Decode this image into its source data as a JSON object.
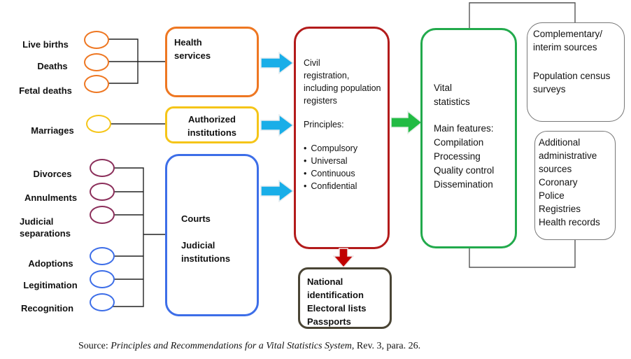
{
  "diagram": {
    "events": {
      "health": [
        "Live births",
        "Deaths",
        "Fetal deaths"
      ],
      "marriage": [
        "Marriages"
      ],
      "courts_marital": [
        "Divorces",
        "Annulments",
        "Judicial separations"
      ],
      "courts_family": [
        "Adoptions",
        "Legitimation",
        "Recognition"
      ]
    },
    "sources": {
      "health_services": [
        "Health",
        "services"
      ],
      "authorized_institutions": [
        "Authorized",
        "institutions"
      ],
      "courts": "Courts",
      "judicial_institutions": [
        "Judicial",
        "institutions"
      ]
    },
    "civil_registration": {
      "title_lines": [
        "Civil",
        "registration,",
        "including population",
        "registers"
      ],
      "principles_label": "Principles:",
      "principles": [
        "Compulsory",
        "Universal",
        "Continuous",
        "Confidential"
      ]
    },
    "outputs": [
      "National",
      "identification",
      "Electoral lists",
      "Passports"
    ],
    "vital_statistics": {
      "title_lines": [
        "Vital",
        "statistics"
      ],
      "features_label": "Main features:",
      "features": [
        "Compilation",
        "Processing",
        "Quality control",
        "Dissemination"
      ]
    },
    "complementary": {
      "lines": [
        "Complementary/",
        "interim sources"
      ],
      "items": [
        "Population census",
        "surveys"
      ]
    },
    "additional": {
      "lines": [
        "Additional",
        "administrative",
        "sources",
        "Coronary",
        "Police",
        "Registries",
        "Health records"
      ]
    },
    "colors": {
      "health": "#EE7722",
      "marriage": "#F5C518",
      "marital": "#8B2E5A",
      "family": "#3D6EE8",
      "courts": "#3D6EE8",
      "civil": "#B31B1B",
      "outputs": "#4A4535",
      "vital": "#22AA4C",
      "side": "#777777",
      "arrow_blue": "#19AEE8",
      "arrow_green": "#22BB44",
      "arrow_red": "#C00000"
    }
  },
  "source": {
    "prefix": "Source: ",
    "title": "Principles and Recommendations for a Vital Statistics System",
    "suffix": ", Rev. 3, para. 26."
  }
}
